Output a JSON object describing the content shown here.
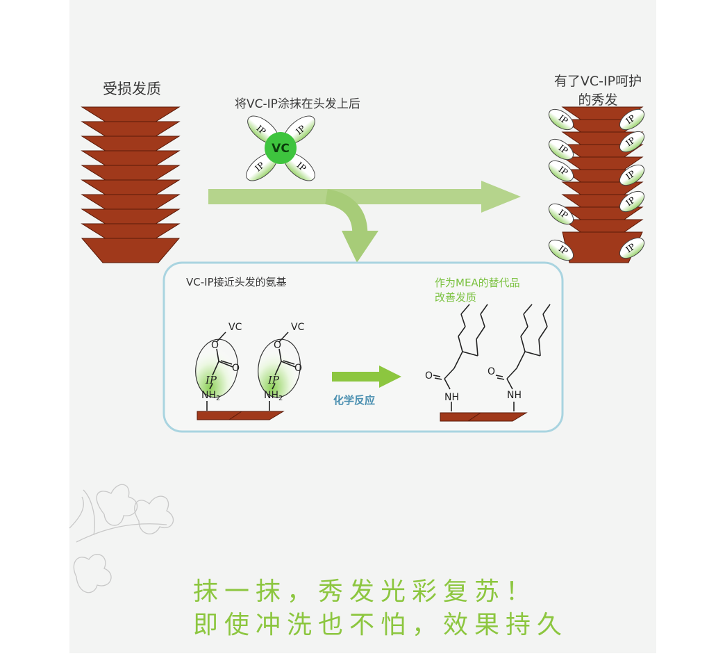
{
  "diagram": {
    "damaged_hair_label": "受损发质",
    "apply_label": "将VC-IP涂抹在头发上后",
    "protected_label_line1": "有了VC-IP呵护",
    "protected_label_line2": "的秀发",
    "molecule_core": "VC",
    "molecule_arm": "IP",
    "approach_label": "VC-IP接近头发的氨基",
    "substitute_label_line1": "作为MEA的替代品",
    "substitute_label_line2": "改善发质",
    "reaction_label": "化学反应",
    "chem": {
      "vc": "VC",
      "ip": "IP",
      "o": "O",
      "nh2": "NH",
      "nh2_sub": "2",
      "nh": "NH"
    }
  },
  "slogan": {
    "line1": "抹一抹，秀发光彩复苏！",
    "line2": "即使冲洗也不怕，效果持久"
  },
  "colors": {
    "hair": "#a0391b",
    "hair_dark": "#5a1a08",
    "arrow": "#b5d48c",
    "molecule_green": "#3ec43e",
    "accent_green": "#8cc63f",
    "box_border": "#a9d4e0",
    "reaction_text": "#4a8fb0"
  }
}
